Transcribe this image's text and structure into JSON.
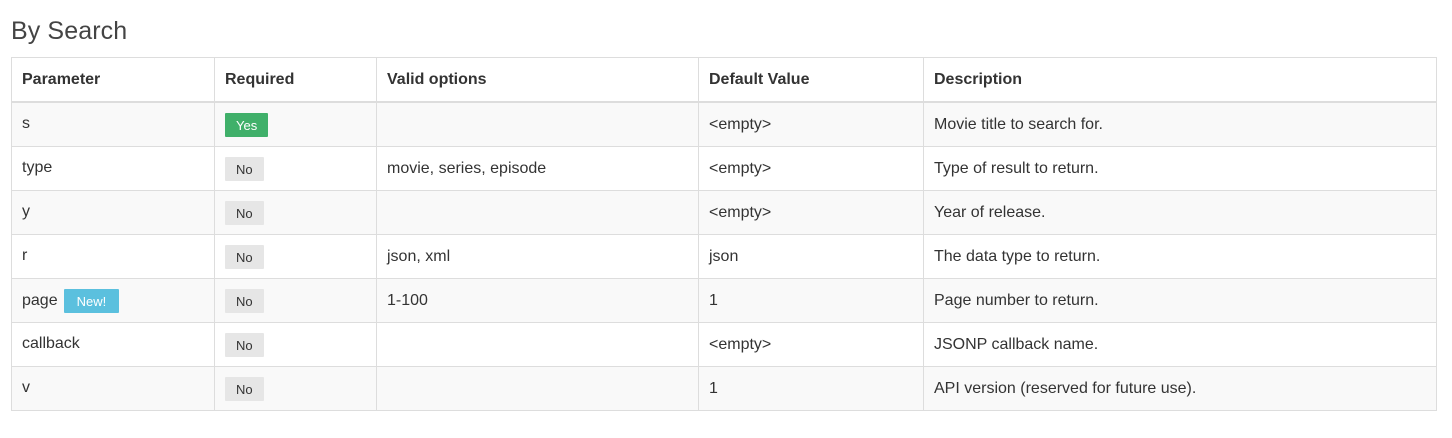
{
  "section": {
    "title": "By Search"
  },
  "table": {
    "headers": {
      "parameter": "Parameter",
      "required": "Required",
      "valid_options": "Valid options",
      "default_value": "Default Value",
      "description": "Description"
    },
    "rows": [
      {
        "parameter": "s",
        "badge": "",
        "required": "Yes",
        "valid_options": "",
        "default_value": "<empty>",
        "description": "Movie title to search for."
      },
      {
        "parameter": "type",
        "badge": "",
        "required": "No",
        "valid_options": "movie, series, episode",
        "default_value": "<empty>",
        "description": "Type of result to return."
      },
      {
        "parameter": "y",
        "badge": "",
        "required": "No",
        "valid_options": "",
        "default_value": "<empty>",
        "description": "Year of release."
      },
      {
        "parameter": "r",
        "badge": "",
        "required": "No",
        "valid_options": "json, xml",
        "default_value": "json",
        "description": "The data type to return."
      },
      {
        "parameter": "page",
        "badge": "New!",
        "required": "No",
        "valid_options": "1-100",
        "default_value": "1",
        "description": "Page number to return."
      },
      {
        "parameter": "callback",
        "badge": "",
        "required": "No",
        "valid_options": "",
        "default_value": "<empty>",
        "description": "JSONP callback name."
      },
      {
        "parameter": "v",
        "badge": "",
        "required": "No",
        "valid_options": "",
        "default_value": "1",
        "description": "API version (reserved for future use)."
      }
    ]
  },
  "colors": {
    "yes_label": "#40b06a",
    "no_label": "#e6e6e6",
    "new_label": "#5bc0de",
    "border": "#dddddd",
    "stripe": "#f9f9f9"
  }
}
